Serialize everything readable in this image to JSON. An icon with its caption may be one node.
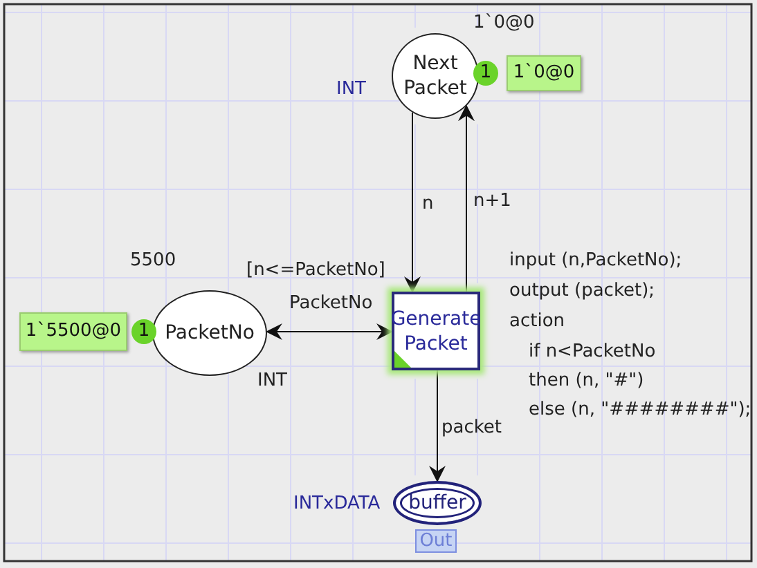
{
  "diagram": {
    "nodes": [
      {
        "text": [
          "Next Packet"
        ],
        "beside": [
          "1`0@0",
          "INT"
        ]
      },
      {
        "text": [
          "1"
        ]
      },
      {
        "text": [
          "1`0@0"
        ]
      },
      {
        "text": [
          "PacketNo"
        ],
        "beside": [
          "5500",
          "INT"
        ]
      },
      {
        "text": [
          "1`5500@0"
        ]
      },
      {
        "text": [
          "1"
        ]
      },
      {
        "text": [
          "Generate Packet"
        ],
        "beside": [
          "[n<=PacketNo]",
          "input (n,PacketNo);",
          "output (packet);",
          "action",
          "if n<PacketNo",
          "then (n, \"#\")",
          "else (n, \"########\");"
        ]
      },
      {
        "text": [
          "buffer"
        ],
        "beside": [
          "INTxDATA"
        ]
      },
      {
        "text": [
          "Out"
        ]
      }
    ],
    "edges": [
      {
        "from": 0,
        "to": 6,
        "label": "n",
        "arrow": "to"
      },
      {
        "from": 6,
        "to": 0,
        "label": "n+1",
        "arrow": "to"
      },
      {
        "from": 6,
        "to": 3,
        "label": "PacketNo",
        "arrow": "both"
      },
      {
        "from": 6,
        "to": 7,
        "label": "packet",
        "arrow": "to"
      }
    ]
  }
}
